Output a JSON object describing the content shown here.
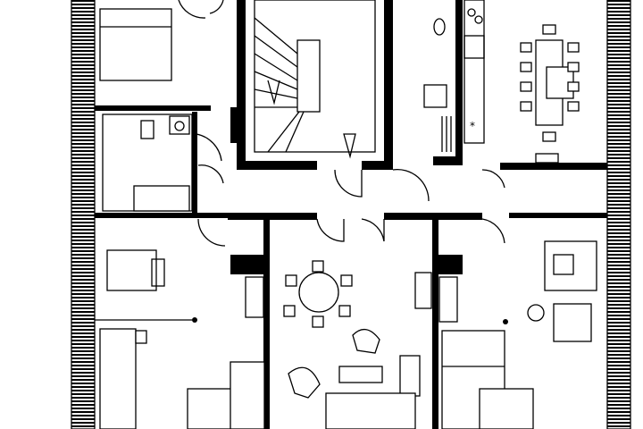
{
  "plan": {
    "colors": {
      "wall": "#000000",
      "background": "#ffffff"
    },
    "rooms": [
      "bedroom",
      "bathroom",
      "stairwell",
      "kitchen",
      "dining-room",
      "corridor",
      "office-left",
      "living-room",
      "office-right"
    ]
  }
}
